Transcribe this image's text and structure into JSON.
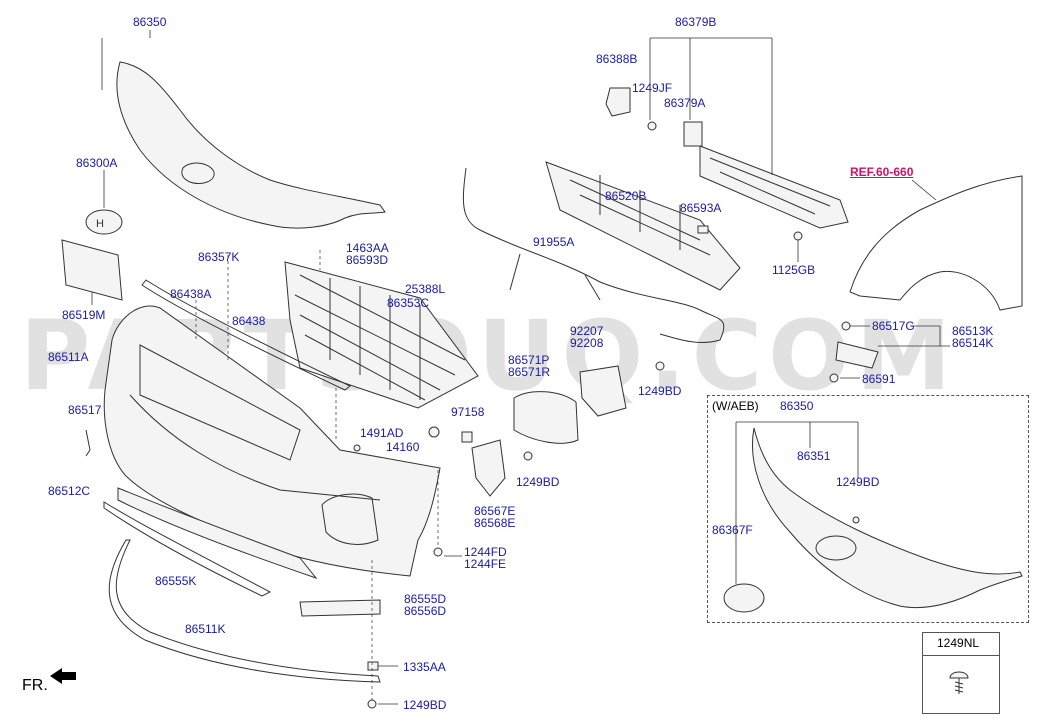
{
  "watermark": "PARTSOUQ.COM",
  "direction_label": "FR.",
  "ref_label": "REF.60-660",
  "variant_label": "(W/AEB)",
  "part_labels": {
    "p86350_top": "86350",
    "p86300A": "86300A",
    "p86519M": "86519M",
    "p86357K": "86357K",
    "p86438A": "86438A",
    "p86438": "86438",
    "p1463AA": "1463AA",
    "p86593D": "86593D",
    "p25388L": "25388L",
    "p86353C": "86353C",
    "p86511A": "86511A",
    "p86517_left": "86517",
    "p1491AD": "1491AD",
    "p14160": "14160",
    "p86512C": "86512C",
    "p86555K": "86555K",
    "p86511K": "86511K",
    "p86555D": "86555D",
    "p86556D": "86556D",
    "p1335AA": "1335AA",
    "p1249BD_bottom": "1249BD",
    "p1244FD": "1244FD",
    "p1244FE": "1244FE",
    "p97158": "97158",
    "p86567E": "86567E",
    "p86568E": "86568E",
    "p1249BD_mid": "1249BD",
    "p86571P": "86571P",
    "p86571R": "86571R",
    "p92207": "92207",
    "p92208": "92208",
    "p1249BD_right": "1249BD",
    "p91955A": "91955A",
    "p86520B": "86520B",
    "p86593A": "86593A",
    "p86379B": "86379B",
    "p86388B": "86388B",
    "p1249JF": "1249JF",
    "p86379A": "86379A",
    "p1125GB": "1125GB",
    "p86517G": "86517G",
    "p86513K": "86513K",
    "p86514K": "86514K",
    "p86591": "86591",
    "p86350_aeb": "86350",
    "p86351": "86351",
    "p1249BD_aeb": "1249BD",
    "p86367F": "86367F",
    "p1249NL": "1249NL"
  }
}
